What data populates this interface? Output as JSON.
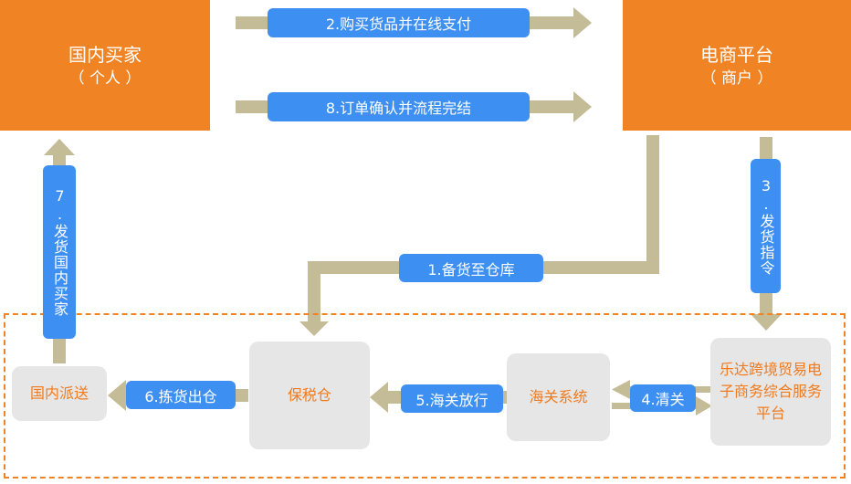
{
  "buyer": {
    "title": "国内买家",
    "subtitle": "（ 个人 ）"
  },
  "platform": {
    "title": "电商平台",
    "subtitle": "（ 商户 ）"
  },
  "steps": {
    "s1": "1.备货至仓库",
    "s2": "2.购买货品并在线支付",
    "s3": "3.发货指令",
    "s4": "4.清关",
    "s5": "5.海关放行",
    "s6": "6.拣货出仓",
    "s7": "7.发货国内买家",
    "s8": "8.订单确认并流程完结"
  },
  "nodes": {
    "domestic_delivery": "国内派送",
    "bonded_warehouse": "保税仓",
    "customs_system": "海关系统",
    "service_platform": "乐达跨境贸易电子商务综合服务平台"
  },
  "colors": {
    "orange": "#f08424",
    "label_blue": "#3d8ff2",
    "arrow_tan": "#c4bc96",
    "node_gray": "#e6e6e6",
    "node_text": "#f07a1e"
  }
}
